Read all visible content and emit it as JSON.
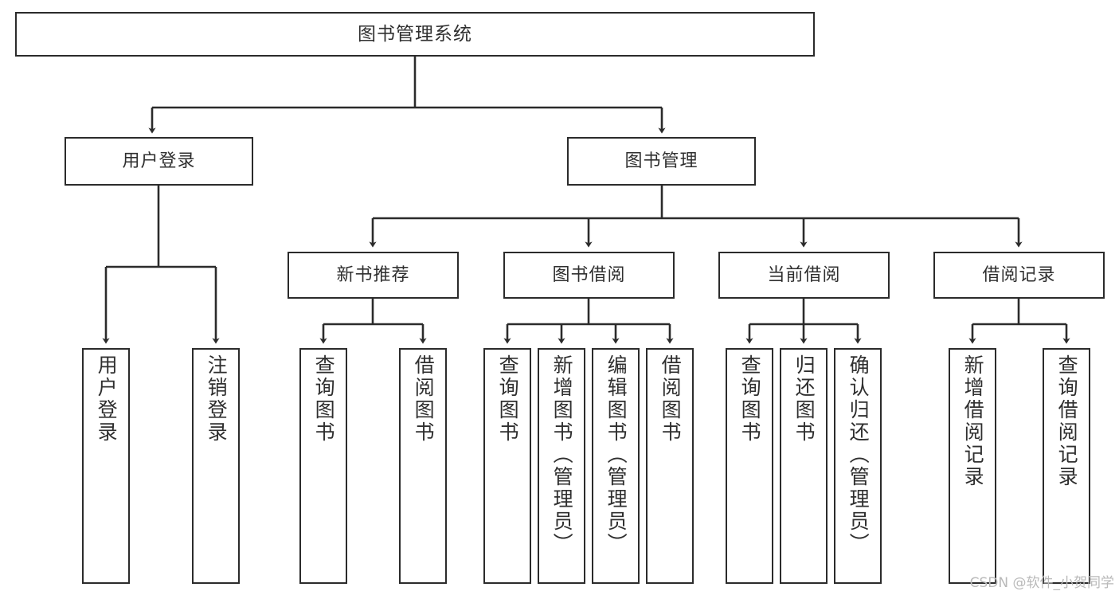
{
  "diagram": {
    "title": "图书管理系统",
    "watermark": "CSDN @软件_小贺同学",
    "colors": {
      "border": "#2b2b2b",
      "text": "#2f2f2f",
      "background": "#ffffff",
      "watermark": "#b9b9b9"
    },
    "nodes": {
      "root": "图书管理系统",
      "level2": {
        "user_login": "用户登录",
        "book_manage": "图书管理"
      },
      "level3": {
        "new_book_rec": "新书推荐",
        "book_borrow": "图书借阅",
        "current_borrow": "当前借阅",
        "borrow_record": "借阅记录"
      },
      "leaves": {
        "user_login_1": "用户登录",
        "user_login_2": "注销登录",
        "new_book_rec_1": "查询图书",
        "new_book_rec_2": "借阅图书",
        "book_borrow_1": "查询图书",
        "book_borrow_2": "新增图书（管理员）",
        "book_borrow_3": "编辑图书（管理员）",
        "book_borrow_4": "借阅图书",
        "current_borrow_1": "查询图书",
        "current_borrow_2": "归还图书",
        "current_borrow_3": "确认归还（管理员）",
        "borrow_record_1": "新增借阅记录",
        "borrow_record_2": "查询借阅记录"
      }
    }
  }
}
